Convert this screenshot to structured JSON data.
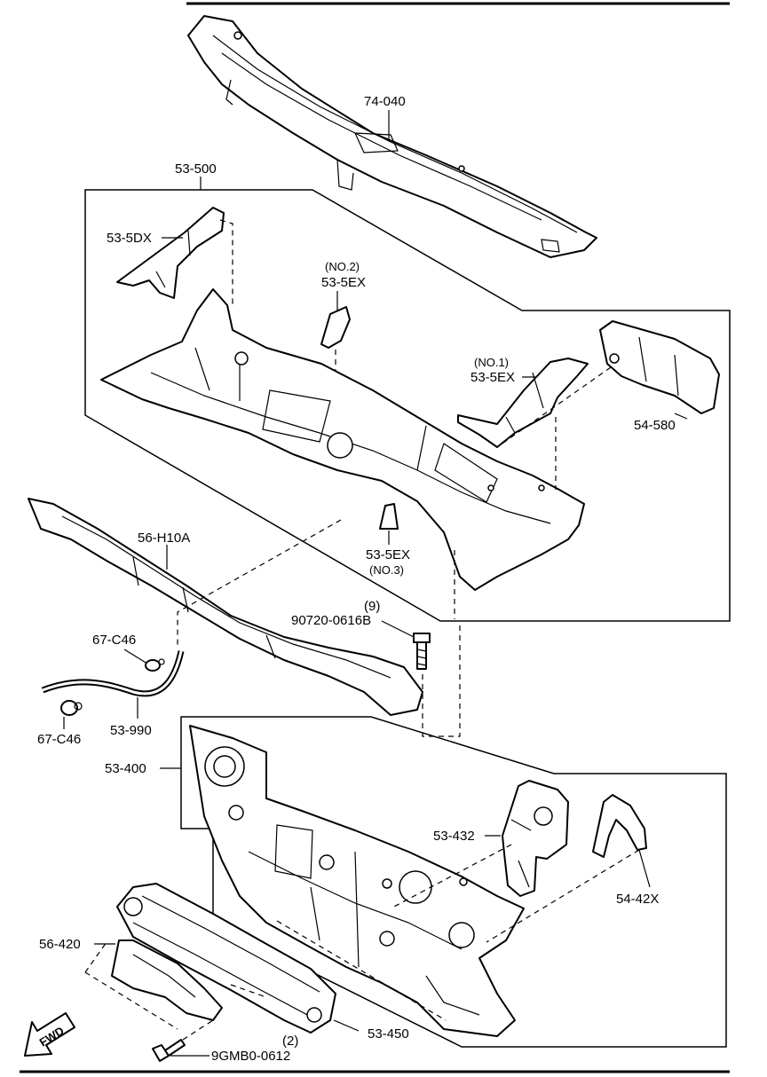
{
  "labels": {
    "p74_040": "74-040",
    "p53_500": "53-500",
    "p53_5dx": "53-5DX",
    "p53_5ex_no2_qual": "(NO.2)",
    "p53_5ex_no2": "53-5EX",
    "p53_5ex_no1_qual": "(NO.1)",
    "p53_5ex_no1": "53-5EX",
    "p54_580": "54-580",
    "p56_h10a": "56-H10A",
    "p53_5ex_no3": "53-5EX",
    "p53_5ex_no3_qual": "(NO.3)",
    "bolt_qty": "(9)",
    "bolt_part": "90720-0616B",
    "p67_c46_top": "67-C46",
    "p67_c46_bottom": "67-C46",
    "p53_990": "53-990",
    "p53_400": "53-400",
    "p53_432": "53-432",
    "p54_42x": "54-42X",
    "p56_420": "56-420",
    "p53_450": "53-450",
    "bolt2_qty": "(2)",
    "bolt2_part": "9GMB0-0612",
    "fwd": "FWD"
  }
}
